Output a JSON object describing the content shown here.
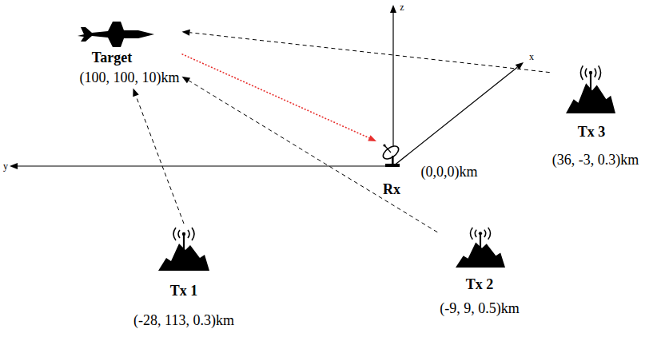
{
  "diagram": {
    "nodes": [
      {
        "text": [
          "Target",
          "(100, 100, 10)km"
        ]
      },
      {
        "text": [
          "(0,0,0)km",
          "Rx"
        ]
      },
      {
        "text": [
          "Tx 1",
          "(-28, 113, 0.3)km"
        ]
      },
      {
        "text": [
          "Tx 2",
          "(-9, 9, 0.5)km"
        ]
      },
      {
        "text": [
          "Tx 3",
          "(36, -3, 0.3)km"
        ]
      }
    ],
    "edges": [
      {
        "from": 2,
        "to": 0,
        "arrow": "to"
      },
      {
        "from": 3,
        "to": 0,
        "arrow": "to"
      },
      {
        "from": 4,
        "to": 0,
        "arrow": "to"
      },
      {
        "from": 0,
        "to": 1,
        "arrow": "to"
      }
    ],
    "labels": [
      "z",
      "x",
      "y"
    ]
  }
}
